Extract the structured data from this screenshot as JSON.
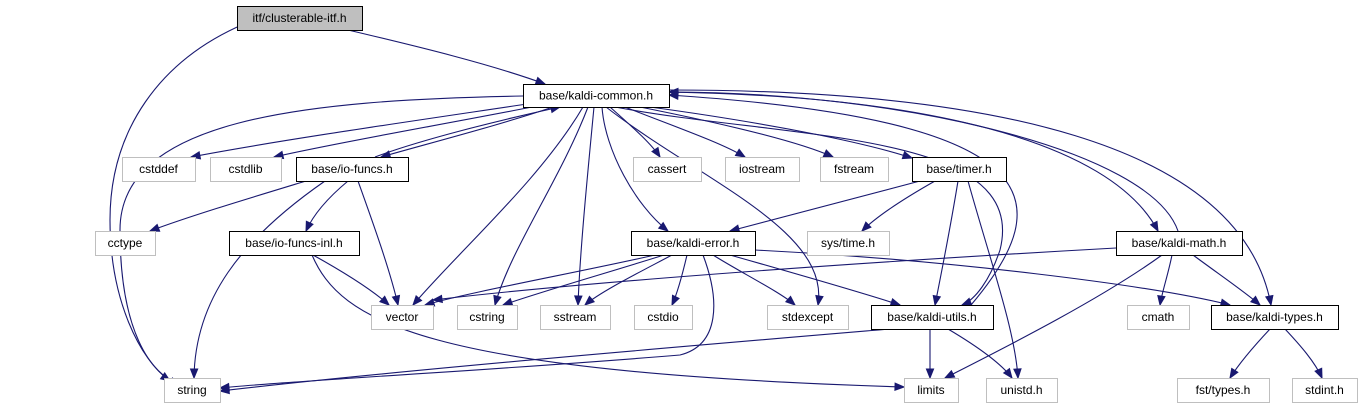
{
  "colors": {
    "edge": "#191970",
    "root_fill": "#bfbfbf",
    "internal_border": "#000000",
    "external_border": "#bfbfbf",
    "label": "#000000"
  },
  "nodes": [
    {
      "id": "itf",
      "label": "itf/clusterable-itf.h",
      "kind": "root"
    },
    {
      "id": "common",
      "label": "base/kaldi-common.h",
      "kind": "internal"
    },
    {
      "id": "cstddef",
      "label": "cstddef",
      "kind": "external"
    },
    {
      "id": "cstdlib",
      "label": "cstdlib",
      "kind": "external"
    },
    {
      "id": "iofuncs",
      "label": "base/io-funcs.h",
      "kind": "internal"
    },
    {
      "id": "cassert",
      "label": "cassert",
      "kind": "external"
    },
    {
      "id": "iostream",
      "label": "iostream",
      "kind": "external"
    },
    {
      "id": "fstream",
      "label": "fstream",
      "kind": "external"
    },
    {
      "id": "timer",
      "label": "base/timer.h",
      "kind": "internal"
    },
    {
      "id": "cctype",
      "label": "cctype",
      "kind": "external"
    },
    {
      "id": "iofuncsinl",
      "label": "base/io-funcs-inl.h",
      "kind": "internal"
    },
    {
      "id": "error",
      "label": "base/kaldi-error.h",
      "kind": "internal"
    },
    {
      "id": "systime",
      "label": "sys/time.h",
      "kind": "external"
    },
    {
      "id": "math",
      "label": "base/kaldi-math.h",
      "kind": "internal"
    },
    {
      "id": "vector",
      "label": "vector",
      "kind": "external"
    },
    {
      "id": "cstring",
      "label": "cstring",
      "kind": "external"
    },
    {
      "id": "sstream",
      "label": "sstream",
      "kind": "external"
    },
    {
      "id": "cstdio",
      "label": "cstdio",
      "kind": "external"
    },
    {
      "id": "stdexcept",
      "label": "stdexcept",
      "kind": "external"
    },
    {
      "id": "utils",
      "label": "base/kaldi-utils.h",
      "kind": "internal"
    },
    {
      "id": "cmath",
      "label": "cmath",
      "kind": "external"
    },
    {
      "id": "types",
      "label": "base/kaldi-types.h",
      "kind": "internal"
    },
    {
      "id": "string",
      "label": "string",
      "kind": "external"
    },
    {
      "id": "limits",
      "label": "limits",
      "kind": "external"
    },
    {
      "id": "unistd",
      "label": "unistd.h",
      "kind": "external"
    },
    {
      "id": "fsttypes",
      "label": "fst/types.h",
      "kind": "external"
    },
    {
      "id": "stdint",
      "label": "stdint.h",
      "kind": "external"
    }
  ],
  "edges": [
    {
      "from": "itf",
      "to": "common"
    },
    {
      "from": "itf",
      "to": "string"
    },
    {
      "from": "common",
      "to": "cstddef"
    },
    {
      "from": "common",
      "to": "cstdlib"
    },
    {
      "from": "common",
      "to": "iofuncs"
    },
    {
      "from": "common",
      "to": "cassert"
    },
    {
      "from": "common",
      "to": "iostream"
    },
    {
      "from": "common",
      "to": "fstream"
    },
    {
      "from": "common",
      "to": "timer"
    },
    {
      "from": "common",
      "to": "error"
    },
    {
      "from": "common",
      "to": "math"
    },
    {
      "from": "common",
      "to": "vector"
    },
    {
      "from": "common",
      "to": "cstring"
    },
    {
      "from": "common",
      "to": "sstream"
    },
    {
      "from": "common",
      "to": "stdexcept"
    },
    {
      "from": "common",
      "to": "utils"
    },
    {
      "from": "common",
      "to": "types"
    },
    {
      "from": "common",
      "to": "string"
    },
    {
      "from": "iofuncs",
      "to": "common"
    },
    {
      "from": "iofuncs",
      "to": "cctype"
    },
    {
      "from": "iofuncs",
      "to": "iofuncsinl"
    },
    {
      "from": "iofuncs",
      "to": "vector"
    },
    {
      "from": "iofuncs",
      "to": "string"
    },
    {
      "from": "iofuncsinl",
      "to": "vector"
    },
    {
      "from": "iofuncsinl",
      "to": "limits"
    },
    {
      "from": "timer",
      "to": "error"
    },
    {
      "from": "timer",
      "to": "systime"
    },
    {
      "from": "timer",
      "to": "utils"
    },
    {
      "from": "timer",
      "to": "unistd"
    },
    {
      "from": "error",
      "to": "vector"
    },
    {
      "from": "error",
      "to": "cstring"
    },
    {
      "from": "error",
      "to": "sstream"
    },
    {
      "from": "error",
      "to": "cstdio"
    },
    {
      "from": "error",
      "to": "stdexcept"
    },
    {
      "from": "error",
      "to": "utils"
    },
    {
      "from": "error",
      "to": "types"
    },
    {
      "from": "error",
      "to": "string"
    },
    {
      "from": "utils",
      "to": "common"
    },
    {
      "from": "utils",
      "to": "string"
    },
    {
      "from": "utils",
      "to": "limits"
    },
    {
      "from": "utils",
      "to": "unistd"
    },
    {
      "from": "math",
      "to": "common"
    },
    {
      "from": "math",
      "to": "vector"
    },
    {
      "from": "math",
      "to": "cmath"
    },
    {
      "from": "math",
      "to": "types"
    },
    {
      "from": "math",
      "to": "limits"
    },
    {
      "from": "types",
      "to": "fsttypes"
    },
    {
      "from": "types",
      "to": "stdint"
    }
  ]
}
